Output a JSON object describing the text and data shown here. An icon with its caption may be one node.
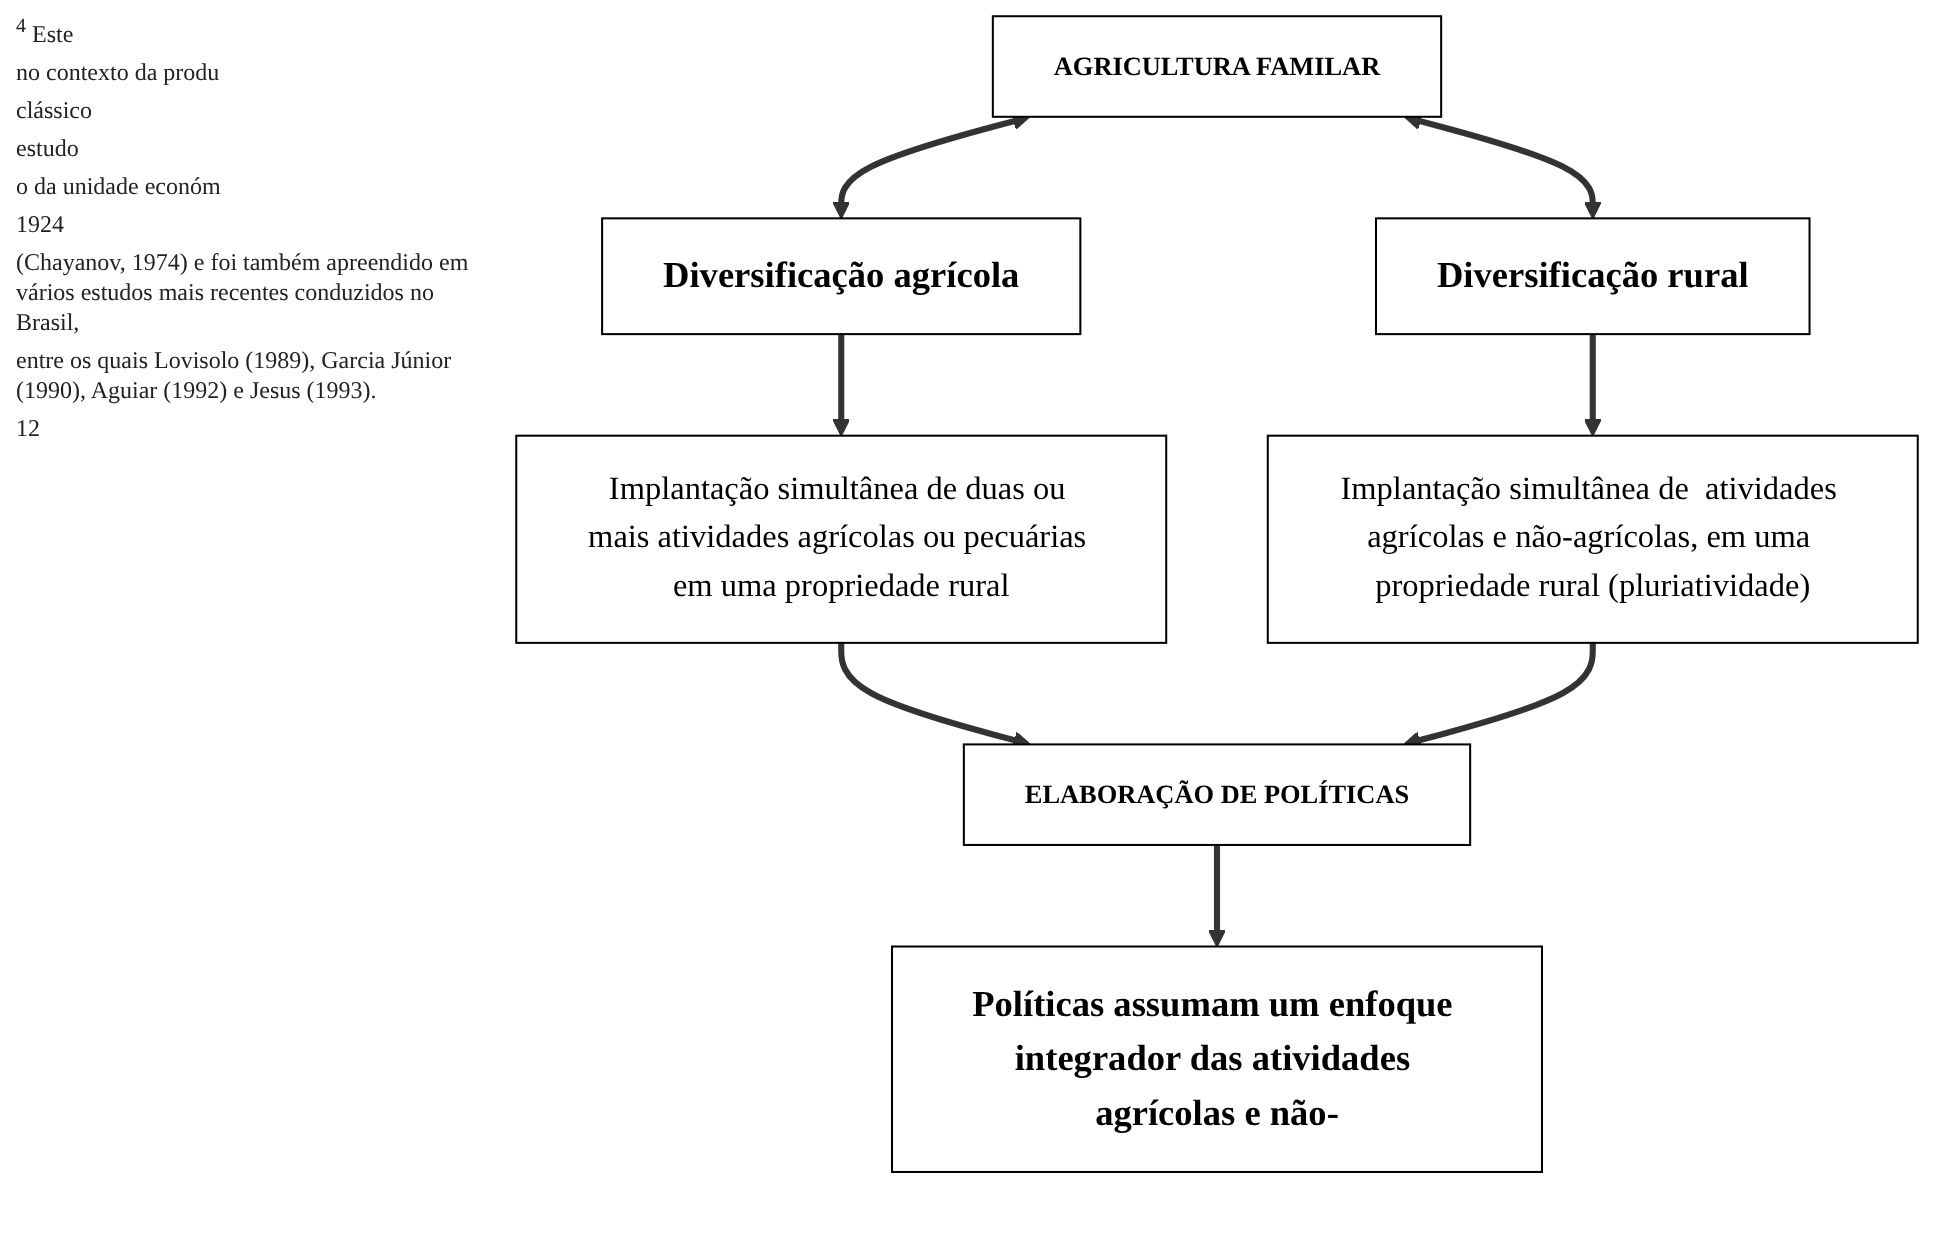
{
  "diagram": {
    "nodes": [
      {
        "text": [
          "AGRICULTURA FAMILAR"
        ]
      },
      {
        "text": [
          "Diversificação agrícola"
        ]
      },
      {
        "text": [
          "Diversificação rural"
        ]
      },
      {
        "text": [
          "Implantação simultânea de duas ou mais atividades agrícolas ou pecuárias em uma propriedade rural"
        ]
      },
      {
        "text": [
          "Implantação simultânea de  atividades agrícolas e não-agrícolas, em uma propriedade rural (pluriatividade)"
        ]
      },
      {
        "text": [
          "ELABORAÇÃO DE POLÍTICAS"
        ]
      },
      {
        "text": [
          "Políticas assumam um enfoque integrador das atividades agrícolas e não-"
        ]
      }
    ],
    "edges": [
      {
        "from": 0,
        "to": 1,
        "arrow": "both"
      },
      {
        "from": 0,
        "to": 2,
        "arrow": "both"
      },
      {
        "from": 1,
        "to": 3,
        "arrow": "to"
      },
      {
        "from": 2,
        "to": 4,
        "arrow": "to"
      },
      {
        "from": 3,
        "to": 5,
        "arrow": "to"
      },
      {
        "from": 4,
        "to": 5,
        "arrow": "to"
      },
      {
        "from": 5,
        "to": 6,
        "arrow": "to"
      }
    ],
    "labels": [
      "$^{4}$ Este",
      "no contexto da produ",
      "clássico",
      "estudo",
      "o da unidade económ",
      "1924",
      "(Chayanov, 1974) e foi também apreendido em vários estudos mais recentes conduzidos no Brasil,",
      "entre os quais Lovisolo (1989), Garcia Júnior (1990), Aguiar (1992) e Jesus (1993).",
      "12"
    ]
  }
}
